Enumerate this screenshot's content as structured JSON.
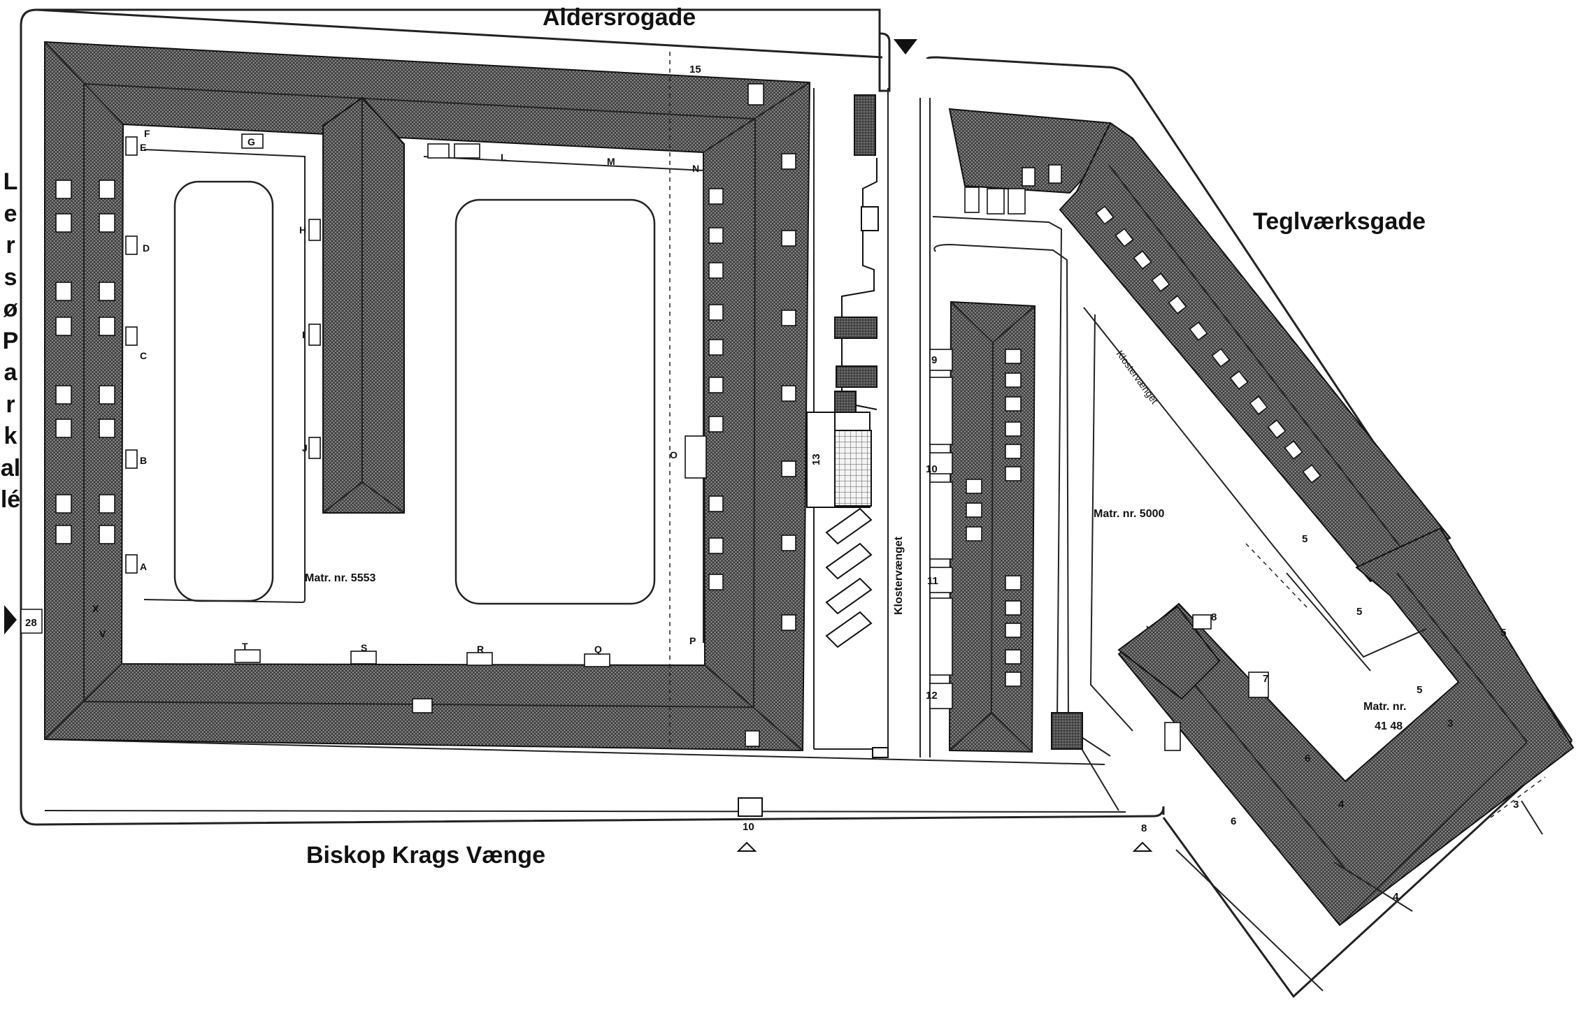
{
  "streets": {
    "north": "Aldersrogade",
    "east": "Teglværksgade",
    "south": "Biskop Krags Vænge",
    "west": "Lersø Parkallé"
  },
  "walkway": "Klostervænget",
  "lots": {
    "main": "Matr. nr. 5553",
    "middle": "Matr. nr. 5000",
    "east_line1": "Matr. nr.",
    "east_line2": "41 48"
  },
  "entrance_letters": [
    "A",
    "B",
    "C",
    "D",
    "E",
    "F",
    "G",
    "H",
    "I",
    "J",
    "L",
    "M",
    "N",
    "O",
    "P",
    "Q",
    "R",
    "S",
    "T",
    "V",
    "X"
  ],
  "house_numbers": {
    "n15": "15",
    "n28": "28",
    "n13": "13",
    "n10": "10",
    "n8a": "8",
    "n8b": "8",
    "n9": "9",
    "n10b": "10",
    "n11": "11",
    "n12": "12",
    "n7": "7",
    "n5a": "5",
    "n5b": "5",
    "n5c": "5",
    "n5d": "5",
    "n3a": "3",
    "n3b": "3",
    "n4a": "4",
    "n4b": "4",
    "n6a": "6",
    "n6b": "6"
  },
  "colors": {
    "ink": "#1a1a1a",
    "roof_dark": "#555555",
    "roof_mid": "#777777",
    "paper": "#ffffff"
  }
}
